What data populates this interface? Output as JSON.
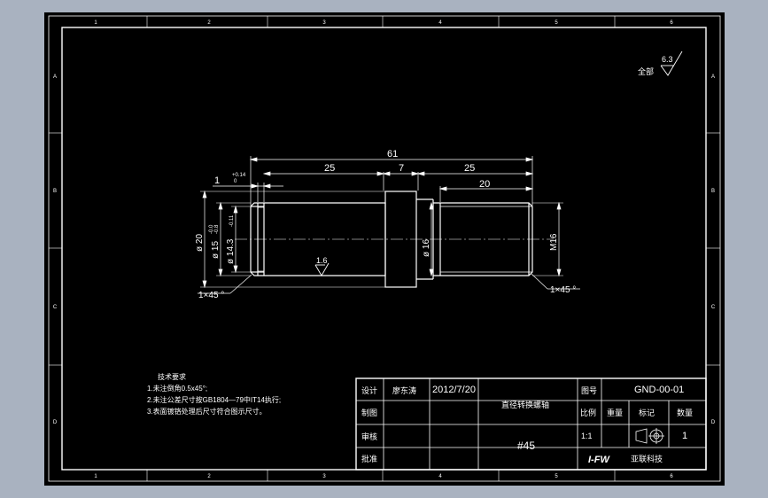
{
  "drawing": {
    "colors": {
      "background": "#a9b2c0",
      "sheet": "#000000",
      "line": "#ffffff",
      "centerline": "#ffffff"
    },
    "zone_labels": {
      "top": [
        "1",
        "2",
        "3",
        "4",
        "5",
        "6"
      ],
      "bottom": [
        "1",
        "2",
        "3",
        "4",
        "5",
        "6"
      ],
      "left": [
        "A",
        "B",
        "C",
        "D"
      ],
      "right": [
        "A",
        "B",
        "C",
        "D"
      ]
    },
    "roughness": {
      "remaining_prefix": "全部",
      "remaining_value": "6.3",
      "surface_value": "1.6"
    },
    "dimensions": {
      "overall_length": "61",
      "len_left": "25",
      "len_collar": "7",
      "len_right": "25",
      "thread_length": "20",
      "groove_width": "1",
      "groove_tol_upper": "+0.14",
      "groove_tol_lower": "0",
      "dia_collar": "ø 20",
      "dia_journal": "ø 15",
      "dia_journal_tol_upper": "-0.0",
      "dia_journal_tol_lower": "-0.8",
      "dia_groove": "ø 14.3",
      "dia_groove_tol": "-0.11",
      "dia_thread_body": "ø 16",
      "thread": "M16",
      "chamfer_left": "1×45 °",
      "chamfer_right": "1×45 °"
    },
    "tech_notes": {
      "title": "技术要求",
      "lines": [
        "1.未注倒角0.5x45°;",
        "2.未注公差尺寸按GB1804—79中IT14执行;",
        "3.表面镀铬处理后尺寸符合图示尺寸。"
      ]
    },
    "title_block": {
      "design_label": "设计",
      "designer": "廖东涛",
      "date": "2012/7/20",
      "part_name": "直径转换螺轴",
      "drawing_no_label": "图号",
      "drawing_no": "GND-00-01",
      "drawing_label": "制图",
      "scale_label": "比例",
      "weight_label": "重量",
      "mark_label": "标记",
      "qty_label": "数量",
      "review_label": "审核",
      "scale_value": "1:1",
      "qty_value": "1",
      "approve_label": "批准",
      "material": "#45",
      "company_logo": "I-FW",
      "company_name": "亚联科技"
    }
  }
}
